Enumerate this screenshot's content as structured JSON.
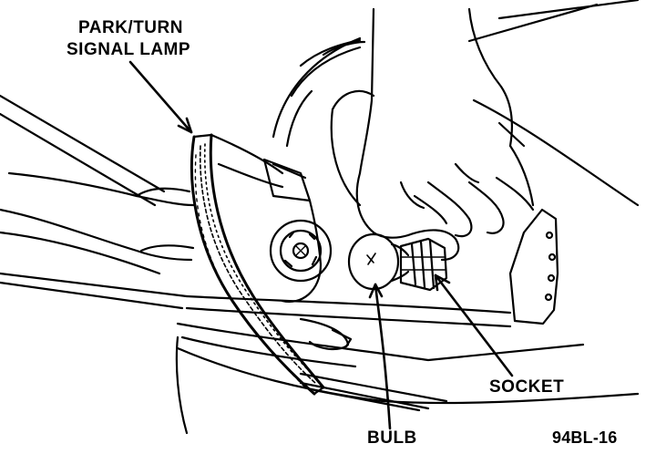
{
  "labels": {
    "park_turn_line1": "PARK/TURN",
    "park_turn_line2": "SIGNAL LAMP",
    "socket": "SOCKET",
    "bulb": "BULB",
    "figure_id": "94BL-16"
  }
}
